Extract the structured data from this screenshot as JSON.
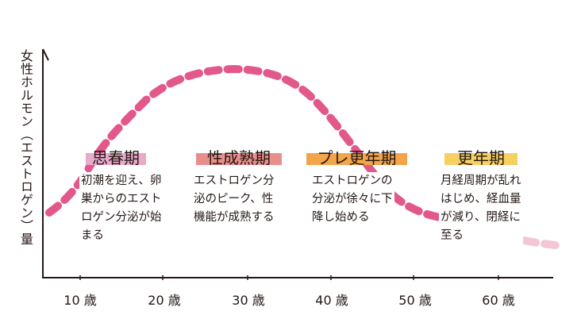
{
  "axis": {
    "y_label": "女性ホルモン（エストロゲン）量",
    "x_ticks": [
      "10 歳",
      "20 歳",
      "30 歳",
      "40 歳",
      "50 歳",
      "60 歳"
    ]
  },
  "curve": {
    "color": "#e3588a",
    "fade_color": "#f3c6d6"
  },
  "stages": [
    {
      "title": "思春期",
      "highlight": "#e9a9cb",
      "description": "初潮を迎え、卵\n巣からのエスト\nロゲン分泌が始\nまる"
    },
    {
      "title": "性成熟期",
      "highlight": "#e88f8c",
      "description": "エストロゲン分\n泌のピーク、性\n機能が成熟する"
    },
    {
      "title": "プレ更年期",
      "highlight": "#f2a54a",
      "description": "エストロゲンの\n分泌が徐々に下\n降し始める"
    },
    {
      "title": "更年期",
      "highlight": "#f7d063",
      "description": "月経周期が乱れ\nはじめ、経血量\nが減り、閉経に\n至る"
    }
  ]
}
